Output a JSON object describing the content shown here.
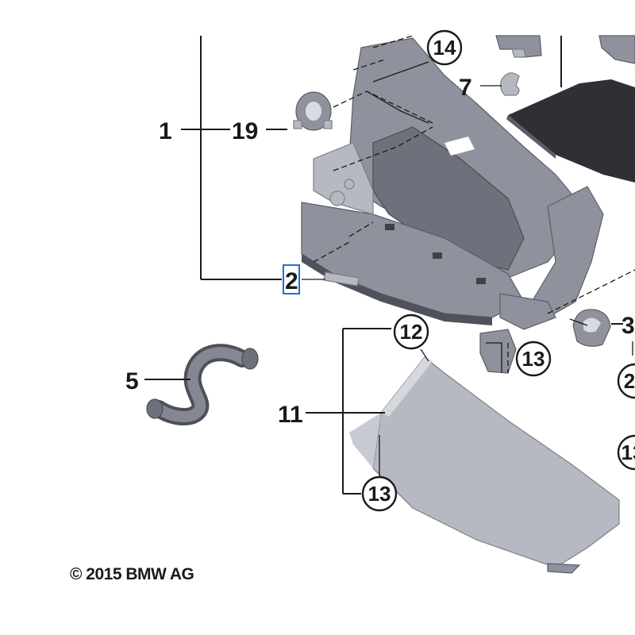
{
  "callouts": {
    "c1": "1",
    "c2": "2",
    "c3": "3",
    "c5": "5",
    "c7": "7",
    "c11": "11",
    "c12": "12",
    "c13a": "13",
    "c13b": "13",
    "c13c": "13",
    "c14": "14",
    "c19": "19",
    "c2_right": "2"
  },
  "selected_callout": "2",
  "copyright": "© 2015 BMW AG",
  "colors": {
    "part_dark": "#6e717c",
    "part_light": "#b6b9c1",
    "selection": "#1f6fd8"
  }
}
